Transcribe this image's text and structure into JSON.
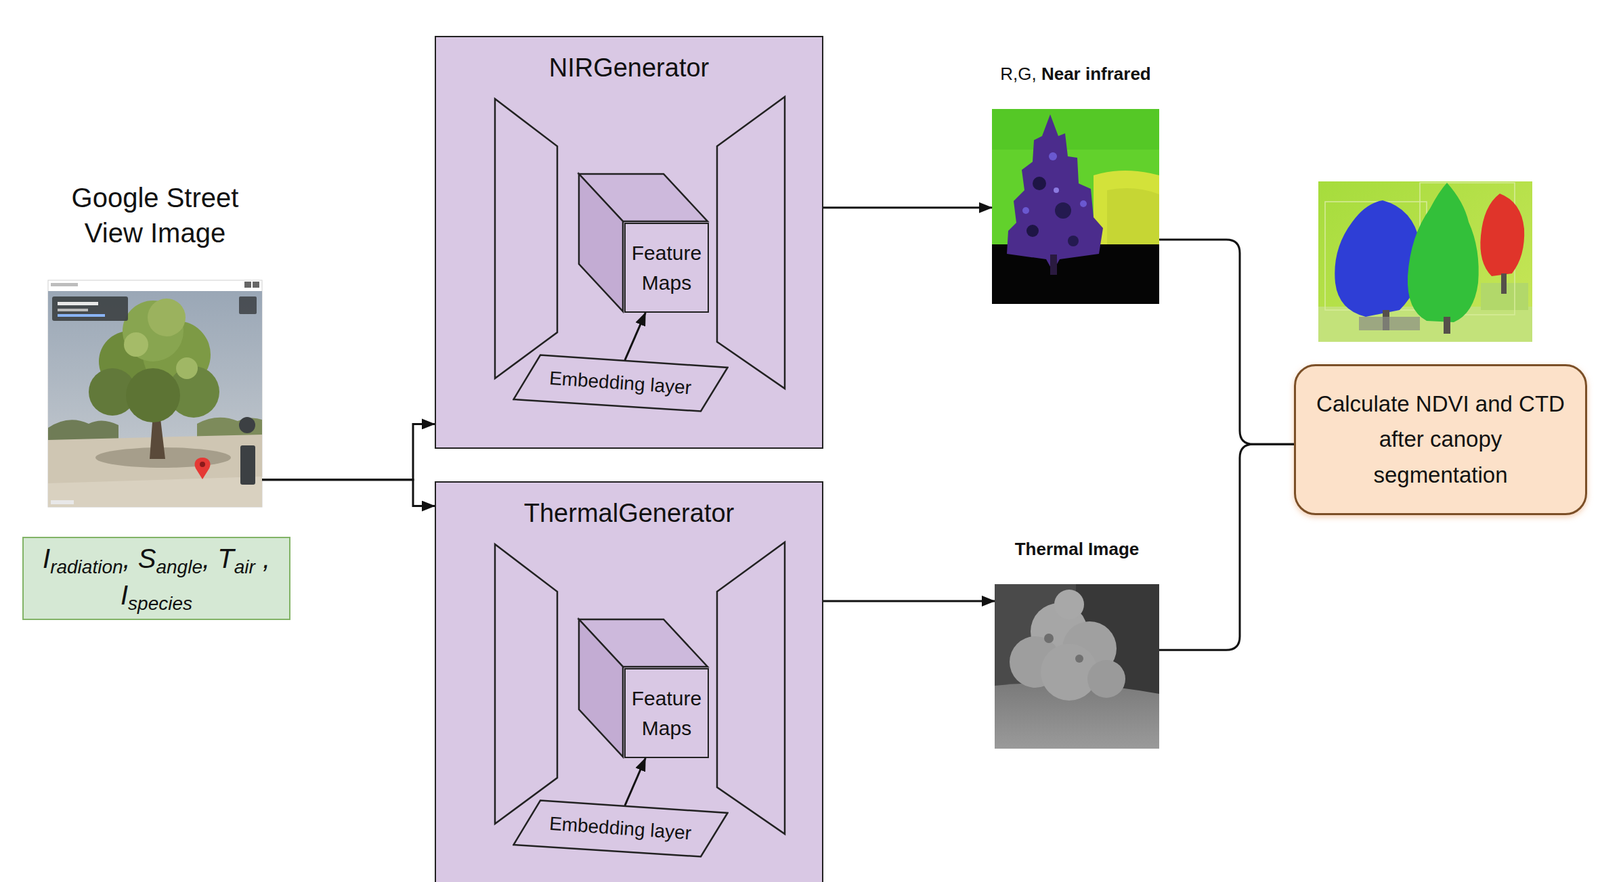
{
  "diagram": {
    "nodes": [
      {
        "text": [
          "Google Street View Image"
        ]
      },
      {
        "text": [
          "Iradiation, Sangle, Tair , Ispecies"
        ]
      },
      {
        "text": [
          "NIRGenerator"
        ]
      },
      {
        "text": [
          "Feature Maps"
        ],
        "in": 2
      },
      {
        "text": [
          "Embedding layer"
        ],
        "in": 2
      },
      {
        "text": [
          "ThermalGenerator"
        ]
      },
      {
        "text": [
          "Feature Maps"
        ],
        "in": 5
      },
      {
        "text": [
          "Embedding layer"
        ],
        "in": 5
      },
      {
        "text": [
          "R,G, Near infrared"
        ]
      },
      {
        "text": [
          "Thermal Image"
        ]
      },
      {
        "text": [
          "Calculate NDVI and CTD after canopy segmentation"
        ]
      }
    ],
    "edges": [
      {
        "from": 0,
        "to": 2,
        "arrow": "to"
      },
      {
        "from": 0,
        "to": 5,
        "arrow": "to"
      },
      {
        "from": 4,
        "to": 3,
        "arrow": "to"
      },
      {
        "from": 2,
        "to": 8,
        "arrow": "to"
      },
      {
        "from": 7,
        "to": 6,
        "arrow": "to"
      },
      {
        "from": 5,
        "to": 9,
        "arrow": "to"
      },
      {
        "from": 8,
        "to": 10,
        "arrow": "none"
      },
      {
        "from": 9,
        "to": 10,
        "arrow": "none"
      }
    ]
  }
}
